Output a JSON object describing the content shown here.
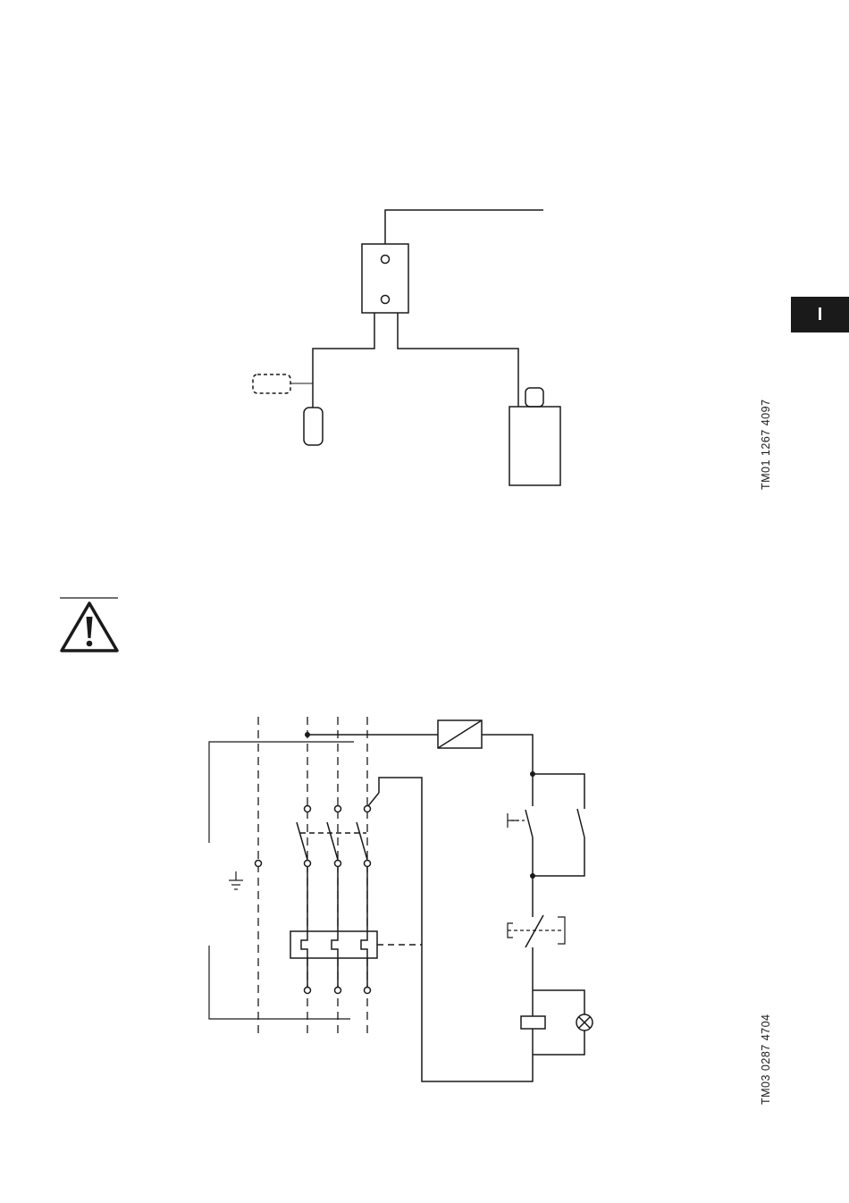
{
  "page_tab": {
    "label": "I"
  },
  "figure_codes": {
    "top": "TM01 1267 4097",
    "bottom": "TM03 0287 4704"
  }
}
